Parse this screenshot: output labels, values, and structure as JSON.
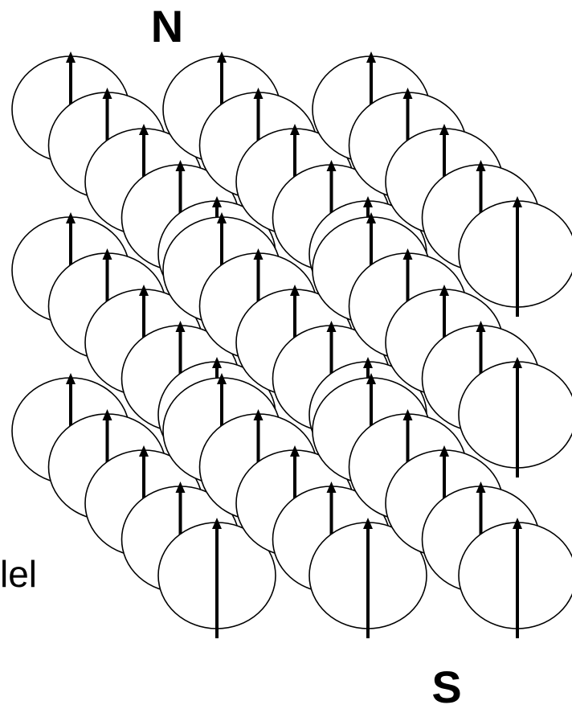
{
  "labels": {
    "north": "N",
    "south": "S",
    "cut_off_text": "lel"
  },
  "diagram": {
    "layers": 3,
    "stacks_per_layer": 3,
    "dipoles_per_stack": 5,
    "dipole_direction": "up",
    "colors": {
      "outline": "#000000",
      "fill": "#ffffff",
      "arrow": "#000000"
    }
  }
}
